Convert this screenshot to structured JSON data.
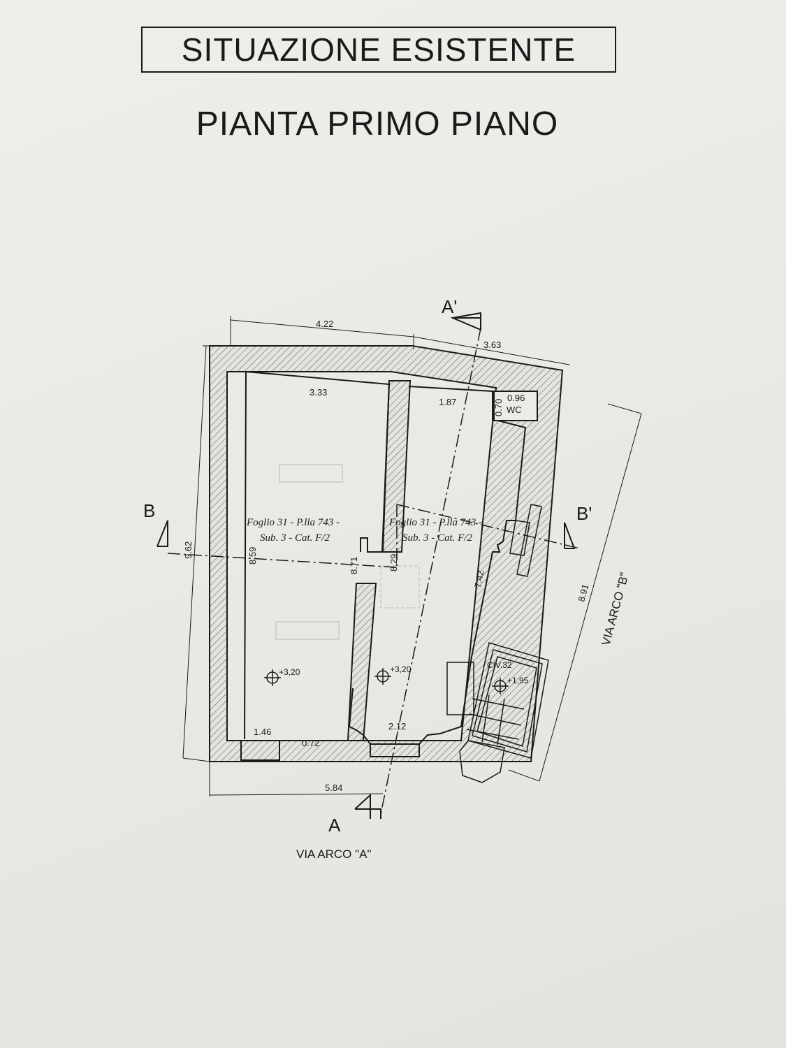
{
  "header": {
    "title": "SITUAZIONE  ESISTENTE",
    "subtitle": "PIANTA  PRIMO  PIANO"
  },
  "plan": {
    "sections": {
      "a": "A",
      "a_prime": "A'",
      "b": "B",
      "b_prime": "B'"
    },
    "dimensions": {
      "top_left": "4.22",
      "top_right": "3.63",
      "left_room_width": "3.33",
      "right_room_width": "1.87",
      "wc_width": "0.96",
      "wc_depth": "0.70",
      "overall_left": "9.62",
      "left_room_depth": "8.59",
      "center_wall": "8.71",
      "right_room_depth": "8.29",
      "right_wall": "7.42",
      "street_b": "8.91",
      "bottom_window": "1.46",
      "bottom_gap": "0.72",
      "bottom_door": "2.12",
      "overall_bottom": "5.84"
    },
    "rooms": {
      "left_line1": "Foglio 31 - P.lla 743 -",
      "left_line2": "Sub. 3 - Cat. F/2",
      "right_line1": "Foglio 31 - P.lla 743 -",
      "right_line2": "Sub. 3 - Cat. F/2"
    },
    "labels": {
      "wc": "WC",
      "civ": "CIV.32"
    },
    "levels": {
      "left": "+3,20",
      "center": "+3,20",
      "stair": "+1,95"
    },
    "streets": {
      "bottom": "VIA  ARCO \"A\"",
      "right": "VIA  ARCO \"B\""
    }
  }
}
